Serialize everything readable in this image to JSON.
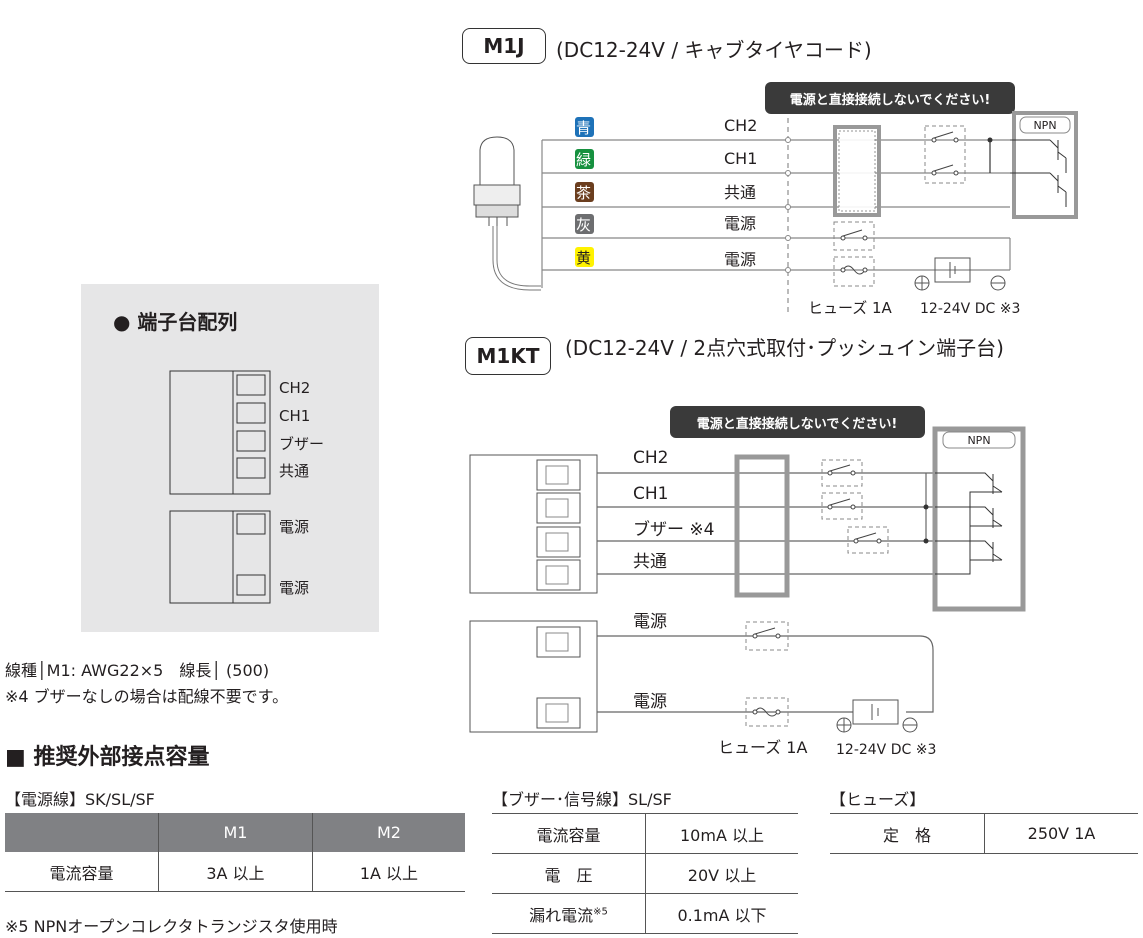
{
  "terminal_panel": {
    "title": "● 端子台配列",
    "labels": [
      "CH2",
      "CH1",
      "ブザー",
      "共通",
      "電源",
      "電源"
    ]
  },
  "notes": {
    "wire_spec": "線種│M1: AWG22×5　線長│ (500)",
    "note4": "※4 ブザーなしの場合は配線不要です。",
    "note5": "※5 NPNオープンコレクタトランジスタ使用時"
  },
  "section_heading": "■ 推奨外部接点容量",
  "power_table": {
    "caption": "【電源線】SK/SL/SF",
    "headers": [
      "",
      "M1",
      "M2"
    ],
    "rows": [
      [
        "電流容量",
        "3A 以上",
        "1A 以上"
      ]
    ]
  },
  "signal_table": {
    "caption": "【ブザー･信号線】SL/SF",
    "rows": [
      [
        "電流容量",
        "10mA 以上"
      ],
      [
        "電　圧",
        "20V 以上"
      ],
      [
        "漏れ電流",
        "0.1mA 以下"
      ]
    ],
    "footnote_mark": "※5"
  },
  "fuse_table": {
    "caption": "【ヒューズ】",
    "rows": [
      [
        "定　格",
        "250V 1A"
      ]
    ]
  },
  "m1j": {
    "badge": "M1J",
    "subtitle": "(DC12-24V / キャブタイヤコード)",
    "warning": "電源と直接接続しないでください!",
    "wires": [
      {
        "color_label": "青",
        "color": "#1e72b8",
        "signal": "CH2"
      },
      {
        "color_label": "緑",
        "color": "#16913f",
        "signal": "CH1"
      },
      {
        "color_label": "茶",
        "color": "#6b3e1f",
        "signal": "共通"
      },
      {
        "color_label": "灰",
        "color": "#6d6e70",
        "signal": "電源"
      },
      {
        "color_label": "黄",
        "color": "#fff200",
        "signal": "電源"
      }
    ],
    "npn": "NPN",
    "fuse_label": "ヒューズ 1A",
    "dc_label": "12-24V DC ※3"
  },
  "m1kt": {
    "badge": "M1KT",
    "subtitle": "(DC12-24V / 2点穴式取付･プッシュイン端子台)",
    "warning": "電源と直接接続しないでください!",
    "signals": [
      "CH2",
      "CH1",
      "ブザー ※4",
      "共通"
    ],
    "power": [
      "電源",
      "電源"
    ],
    "npn": "NPN",
    "fuse_label": "ヒューズ 1A",
    "dc_label": "12-24V DC ※3"
  }
}
